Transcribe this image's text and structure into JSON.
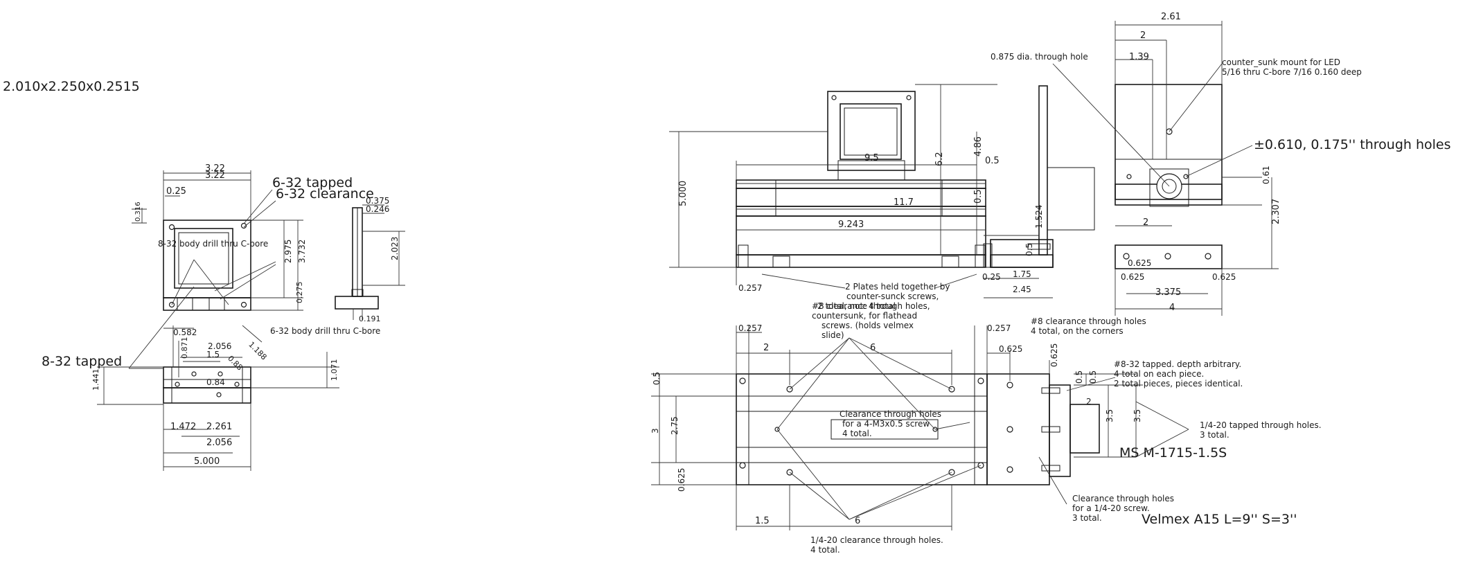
{
  "colors": {
    "line": "#1a1a1a",
    "background": "#ffffff"
  },
  "left_assembly": {
    "top_left_label": "2.010x2.250x0.2515",
    "dim_width_a": "3.22",
    "dim_width_b": "3.22",
    "dim_025": "0.25",
    "dim_0316": "0.316",
    "label_632_tapped": "6-32 tapped",
    "label_632_clearance": "6-32 clearance",
    "dim_0375": "0.375",
    "dim_0246": "0.246",
    "label_832_body_drill": "8-32 body drill thru C-bore",
    "dim_2975": "2.975",
    "dim_3732": "3.732",
    "dim_0275": "0.275",
    "dim_2023": "2.023",
    "dim_0191": "0.191",
    "dim_0582": "0.582",
    "label_632_body_drill": "6-32 body drill thru C-bore",
    "dim_2056_a": "2.056",
    "dim_15": "1.5",
    "dim_0871": "0.871",
    "dim_088": "0.88",
    "dim_1188": "1.188",
    "label_832_tapped": "8-32 tapped",
    "dim_1441": "1.441",
    "dim_084": "0.84",
    "dim_1071": "1.071",
    "dim_1472": "1.472",
    "dim_2261": "2.261",
    "dim_2056_b": "2.056",
    "dim_5000": "5.000"
  },
  "right_assembly": {
    "dim_261": "2.61",
    "dim_2_top": "2",
    "dim_139": "1.39",
    "label_0875_hole": "0.875 dia.  through hole",
    "label_led_line1": "counter_sunk mount for LED",
    "label_led_line2": "5/16 thru C-bore 7/16 0.160 deep",
    "label_0610_holes": "±0.610, 0.175'' through holes",
    "dim_5000": "5.000",
    "dim_95": "9.5",
    "dim_62": "6.2",
    "dim_486": "4.86",
    "dim_05_a": "0.5",
    "dim_117": "11.7",
    "dim_05_b": "0.5",
    "dim_9243": "9.243",
    "dim_1524": "1.524",
    "dim_061": "0.61",
    "dim_2307": "2.307",
    "dim_2_mid": "2",
    "dim_05_c": "0.5",
    "dim_0625_a": "0.625",
    "dim_0625_b": "0.625",
    "dim_0625_c": "0.625",
    "dim_3375": "3.375",
    "dim_4": "4",
    "dim_0257_a": "0.257",
    "dim_025": "0.25",
    "dim_175": "1.75",
    "dim_245": "2.45",
    "label_plates_line1": "2 Plates held together by",
    "label_plates_line2": "counter-sunck screws,",
    "label_plates_line3": "2 total, not: 4 total",
    "label_overlap_line1": "#8 clearance through holes,",
    "label_overlap_line2": "countersunk, for flathead",
    "label_overlap_line3": "screws. (holds velmex",
    "label_overlap_line4": "slide)",
    "label_8_clear_line1": "#8 clearance through holes",
    "label_8_clear_line2": "4 total, on the corners",
    "dim_0257_b": "0.257",
    "dim_2_plan": "2",
    "dim_6_top": "6",
    "dim_0257_c": "0.257",
    "dim_0625_d": "0.625",
    "dim_0625_e": "0.625",
    "dim_05_d": "0.5",
    "dim_05_e": "0.5",
    "label_832_tap_line1": "#8-32 tapped. depth arbitrary.",
    "label_832_tap_line2": "4 total on each piece.",
    "label_832_tap_line3": "2 total pieces, pieces identical.",
    "dim_05_f": "0.5",
    "dim_3": "3",
    "dim_275": "2.75",
    "label_m3_line1": "Clearance through holes",
    "label_m3_line2": "for a 4-M3x0.5 screw",
    "label_m3_line3": "4 total.",
    "dim_2_side": "2",
    "dim_35_a": "3.5",
    "dim_35_b": "3.5",
    "label_1420_tapped_line1": "1/4-20 tapped through holes.",
    "label_1420_tapped_line2": "3 total.",
    "label_ms": "MS M-1715-1.5S",
    "dim_0625_f": "0.625",
    "label_1420_clear_screw_line1": "Clearance through holes",
    "label_1420_clear_screw_line2": "for a 1/4-20 screw.",
    "label_1420_clear_screw_line3": "3 total.",
    "label_velmex": "Velmex A15 L=9'' S=3''",
    "dim_15": "1.5",
    "dim_6_bottom": "6",
    "label_1420_clear_line1": "1/4-20 clearance through holes.",
    "label_1420_clear_line2": "4 total."
  }
}
